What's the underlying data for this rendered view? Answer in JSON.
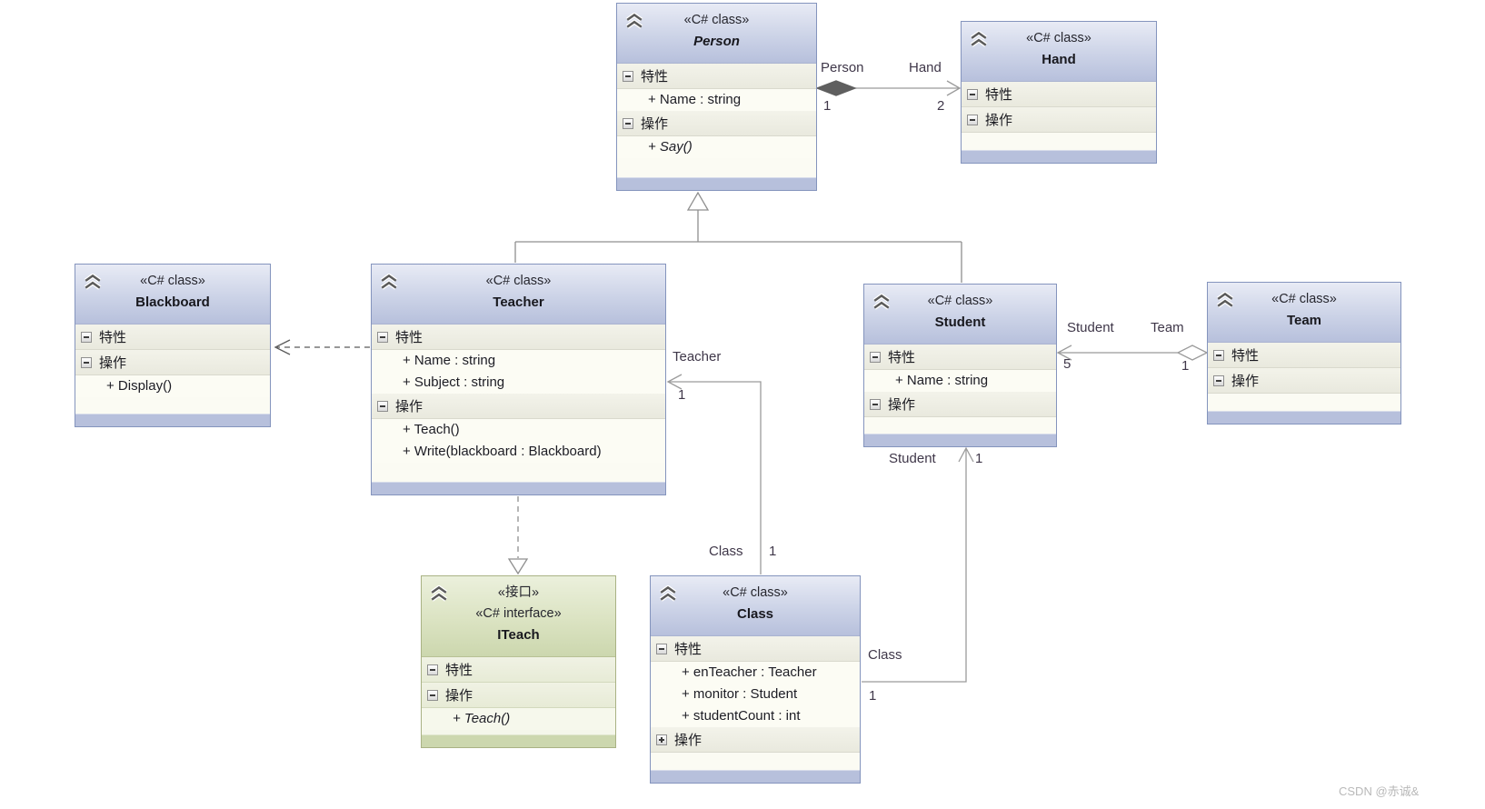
{
  "watermark": "CSDN @赤诚&",
  "section_labels": {
    "attributes": "特性",
    "operations": "操作"
  },
  "classes": {
    "person": {
      "stereotype": "«C# class»",
      "name": "Person",
      "attributes": [
        "+ Name : string"
      ],
      "operations": [
        "+ Say()"
      ]
    },
    "hand": {
      "stereotype": "«C# class»",
      "name": "Hand",
      "attributes": [],
      "operations": []
    },
    "blackboard": {
      "stereotype": "«C# class»",
      "name": "Blackboard",
      "attributes": [],
      "operations": [
        "+ Display()"
      ]
    },
    "teacher": {
      "stereotype": "«C# class»",
      "name": "Teacher",
      "attributes": [
        "+ Name : string",
        "+ Subject : string"
      ],
      "operations": [
        "+ Teach()",
        "+ Write(blackboard : Blackboard)"
      ]
    },
    "student": {
      "stereotype": "«C# class»",
      "name": "Student",
      "attributes": [
        "+ Name : string"
      ],
      "operations": []
    },
    "team": {
      "stereotype": "«C# class»",
      "name": "Team",
      "attributes": [],
      "operations": []
    },
    "iteach": {
      "stereotype_cn": "«接口»",
      "stereotype": "«C# interface»",
      "name": "ITeach",
      "attributes": [],
      "operations": [
        "+ Teach()"
      ]
    },
    "class": {
      "stereotype": "«C# class»",
      "name": "Class",
      "attributes": [
        "+ enTeacher : Teacher",
        "+ monitor : Student",
        "+ studentCount : int"
      ],
      "operations": []
    }
  },
  "edges": {
    "person_hand_composition": {
      "person_role": "Person",
      "person_multiplicity": "1",
      "hand_role": "Hand",
      "hand_multiplicity": "2"
    },
    "teacher_class_association": {
      "teacher_role": "Teacher",
      "teacher_multiplicity": "1",
      "class_role": "Class",
      "class_multiplicity": "1"
    },
    "student_class_association": {
      "student_role": "Student",
      "student_multiplicity": "1",
      "class_role": "Class",
      "class_multiplicity": "1"
    },
    "team_student_aggregation": {
      "student_role": "Student",
      "student_multiplicity": "5",
      "team_role": "Team",
      "team_multiplicity": "1"
    }
  },
  "colors": {
    "class_header": "#b7c0dc",
    "interface_header": "#ccd7ae",
    "box_border": "#8494bd",
    "edge_line": "#9b9b9b",
    "composition_diamond": "#5f5f5f"
  }
}
